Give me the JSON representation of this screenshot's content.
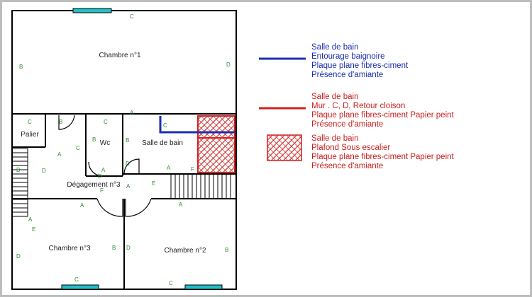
{
  "colors": {
    "wall": "#000000",
    "wall_label": "#2e8b2e",
    "window": "#22c0c8",
    "asbestos_blue": "#1a2eb0",
    "asbestos_red": "#d21f1f"
  },
  "rooms": {
    "chambre1": "Chambre n°1",
    "palier": "Palier",
    "wc": "Wc",
    "salle_de_bain": "Salle de bain",
    "degagement": "Dégagement n°3",
    "chambre3": "Chambre n°3",
    "chambre2": "Chambre n°2"
  },
  "wall_labels": {
    "ch1_top_c": "C",
    "ch1_left_b": "B",
    "ch1_right_d": "D",
    "ch1_bottom_a": "A",
    "palier_c": "C",
    "palier_b": "B",
    "palier_d": "D",
    "palier_a": "A",
    "palier_e": "E",
    "palier_a2": "A",
    "deg_b": "B",
    "deg_c": "C",
    "deg_a": "A",
    "wc_c": "C",
    "wc_b": "B",
    "wc_a": "A",
    "wc_d": "D",
    "sdb_c": "C",
    "sdb_b": "B",
    "sdb_d": "D",
    "sdb_a": "A",
    "sdb_f": "F",
    "deg_e": "E",
    "deg_f": "F",
    "deg_a2": "A",
    "deg_a3": "A",
    "ch3_d": "D",
    "ch3_b": "B",
    "ch3_c": "C",
    "ch2_d": "D",
    "ch2_b": "B",
    "ch2_c": "C"
  },
  "legend": [
    {
      "symbol": "blue-line",
      "lines": [
        "Salle de bain",
        "Entourage baignoire",
        "Plaque plane fibres-ciment",
        "Présence d'amiante"
      ]
    },
    {
      "symbol": "red-line",
      "lines": [
        "Salle de bain",
        "Mur . C, D, Retour cloison",
        "Plaque plane fibres-ciment Papier peint",
        "Présence d'amiante"
      ]
    },
    {
      "symbol": "red-hatch",
      "lines": [
        "Salle de bain",
        "Plafond Sous escalier",
        "Plaque plane fibres-ciment Papier peint",
        "Présence d'amiante"
      ]
    }
  ]
}
